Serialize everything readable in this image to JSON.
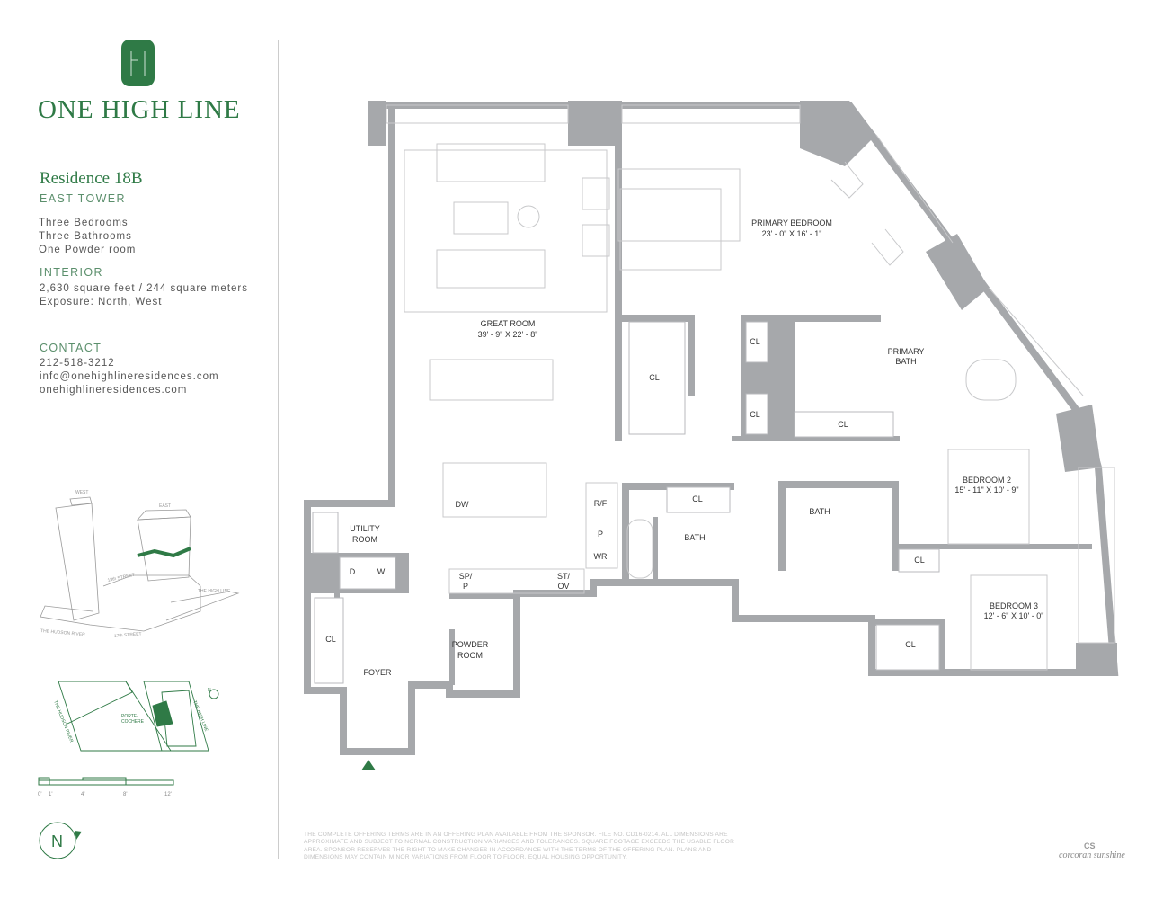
{
  "brand": {
    "name": "ONE HIGH LINE",
    "logo_icon": "one-high-line-monogram",
    "color": "#2f7a46"
  },
  "residence": {
    "title": "Residence 18B",
    "tower": "EAST TOWER",
    "features": [
      "Three Bedrooms",
      "Three Bathrooms",
      "One Powder room"
    ],
    "interior_heading": "INTERIOR",
    "interior": [
      "2,630 square feet / 244 square meters",
      "Exposure: North, West"
    ],
    "contact_heading": "CONTACT",
    "contact": [
      "212-518-3212",
      "info@onehighlineresidences.com",
      "onehighlineresidences.com"
    ]
  },
  "building_diagram": {
    "labels": {
      "west": "WEST",
      "east": "EAST",
      "street_18": "18th STREET",
      "street_17": "17th STREET",
      "high_line": "THE HIGH LINE",
      "hudson": "THE HUDSON RIVER"
    }
  },
  "site_plan": {
    "hudson": "THE HUDSON RIVER",
    "porte": "PORTE-",
    "cochere": "COCHERE",
    "high_line": "THE HIGH LINE",
    "north": "N"
  },
  "scale": {
    "ticks": [
      "0'",
      "1'",
      "4'",
      "8'",
      "12'"
    ]
  },
  "compass": {
    "letter": "N"
  },
  "rooms": {
    "great_room": {
      "name": "GREAT ROOM",
      "dims": "39' - 9\" X 22' - 8\""
    },
    "primary_bedroom": {
      "name": "PRIMARY BEDROOM",
      "dims": "23' - 0\" X 16' - 1\""
    },
    "primary_bath": {
      "name1": "PRIMARY",
      "name2": "BATH"
    },
    "bedroom2": {
      "name": "BEDROOM 2",
      "dims": "15' - 11\" X 10' - 9\""
    },
    "bedroom3": {
      "name": "BEDROOM 3",
      "dims": "12' -  6\" X 10' - 0\""
    },
    "bath_a": "BATH",
    "bath_b": "BATH",
    "utility1": "UTILITY",
    "utility2": "ROOM",
    "powder1": "POWDER",
    "powder2": "ROOM",
    "foyer": "FOYER",
    "closets": [
      "CL",
      "CL",
      "CL",
      "CL",
      "CL",
      "CL",
      "CL",
      "CL"
    ],
    "appliances": {
      "dw": "DW",
      "rf": "R/F",
      "p": "P",
      "wr": "WR",
      "sp": "SP/",
      "sp2": "P",
      "st": "ST/",
      "st2": "OV",
      "d": "D",
      "w": "W"
    }
  },
  "disclaimer": "THE COMPLETE OFFERING TERMS ARE IN AN OFFERING PLAN AVAILABLE FROM THE SPONSOR. FILE NO. CD16-0214. ALL DIMENSIONS ARE APPROXIMATE AND SUBJECT TO NORMAL CONSTRUCTION VARIANCES AND TOLERANCES. SQUARE FOOTAGE EXCEEDS THE USABLE FLOOR AREA. SPONSOR RESERVES THE RIGHT TO MAKE CHANGES IN ACCORDANCE WITH THE TERMS OF THE OFFERING PLAN. PLANS AND DIMENSIONS MAY CONTAIN MINOR VARIATIONS FROM FLOOR TO FLOOR. EQUAL HOUSING OPPORTUNITY.",
  "broker": {
    "mark": "CS",
    "name": "corcoran sunshine"
  },
  "colors": {
    "wall": "#a6a8ab",
    "accent": "#2f7a46"
  }
}
